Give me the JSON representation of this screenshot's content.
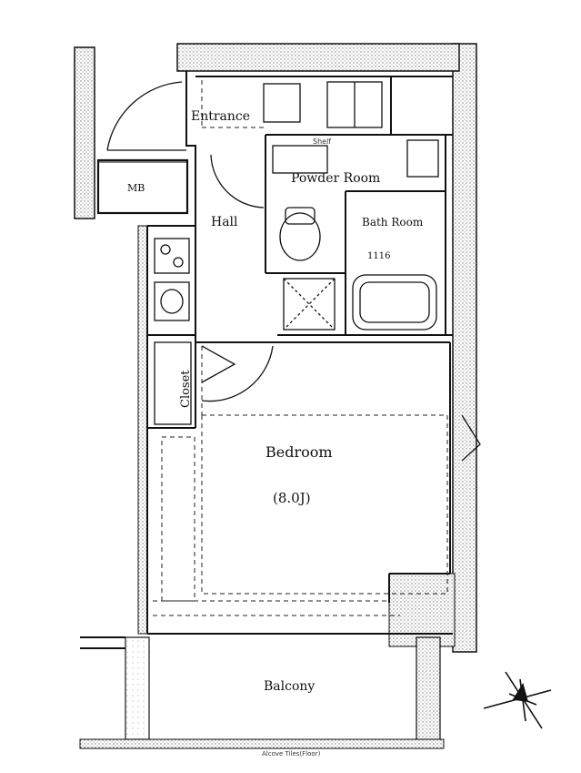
{
  "floor_plan": {
    "rooms": {
      "entrance": "Entrance",
      "hall": "Hall",
      "powder_room": "Powder Room",
      "bath_room": "Bath Room",
      "bath_room_size": "1116",
      "bedroom": "Bedroom",
      "bedroom_size": "(8.0J)",
      "balcony": "Balcony",
      "closet": "Closet",
      "mb": "MB"
    },
    "annotations": {
      "shelf": "Shelf",
      "bottom_note": "Alcove Tiles(Floor)"
    },
    "colors": {
      "wall_fill": "#d8d8d8",
      "line": "#111111"
    }
  }
}
